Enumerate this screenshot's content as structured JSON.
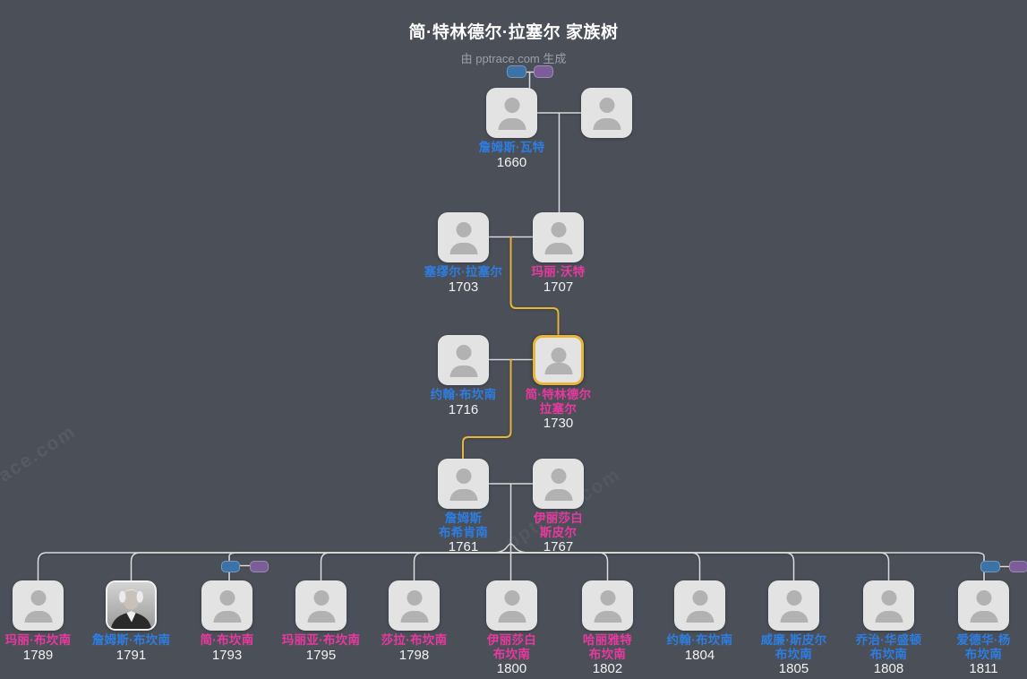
{
  "page": {
    "title": "简·特林德尔·拉塞尔 家族树",
    "subtitle": "由 pptrace.com 生成",
    "watermark": "pptrace.com"
  },
  "colors": {
    "background": "#4a4f58",
    "male_name": "#2e7de0",
    "female_name": "#e8399e",
    "year_text": "#f2f2f2",
    "highlight_border": "#e7b43c",
    "highlight_line": "#e7b43c",
    "connector_line": "#dadada",
    "node_fill": "#e3e3e3",
    "avatar_silhouette": "#b2b2b2",
    "pill_male": "#3d72a6",
    "pill_female": "#7b5d99"
  },
  "icons": {
    "avatar_placeholder": "person-silhouette",
    "collapsed_couple_male_pill": "blue rounded rectangle",
    "collapsed_couple_female_pill": "purple rounded rectangle"
  },
  "tree": {
    "g1f": {
      "name_line1": "詹姆斯·瓦特",
      "name_line2": "",
      "year": "1660",
      "gender": "male",
      "collapsed_parents": true
    },
    "g1p": {
      "name_line1": "",
      "name_line2": "",
      "year": "",
      "gender": "unknown"
    },
    "g2f": {
      "name_line1": "塞缪尔·拉塞尔",
      "name_line2": "",
      "year": "1703",
      "gender": "male"
    },
    "g2m": {
      "name_line1": "玛丽·沃特",
      "name_line2": "",
      "year": "1707",
      "gender": "female"
    },
    "g3f": {
      "name_line1": "约翰·布坎南",
      "name_line2": "",
      "year": "1716",
      "gender": "male"
    },
    "g3m": {
      "name_line1": "简·特林德尔",
      "name_line2": "拉塞尔",
      "year": "1730",
      "gender": "female",
      "highlighted": true
    },
    "g4f": {
      "name_line1": "詹姆斯",
      "name_line2": "布希肯南",
      "year": "1761",
      "gender": "male"
    },
    "g4m": {
      "name_line1": "伊丽莎白",
      "name_line2": "斯皮尔",
      "year": "1767",
      "gender": "female"
    }
  },
  "children": [
    {
      "name_line1": "玛丽·布坎南",
      "name_line2": "",
      "year": "1789",
      "gender": "female"
    },
    {
      "name_line1": "詹姆斯·布坎南",
      "name_line2": "",
      "year": "1791",
      "gender": "male",
      "photo": true
    },
    {
      "name_line1": "简·布坎南",
      "name_line2": "",
      "year": "1793",
      "gender": "female",
      "partner_pills": true
    },
    {
      "name_line1": "玛丽亚·布坎南",
      "name_line2": "",
      "year": "1795",
      "gender": "female"
    },
    {
      "name_line1": "莎拉·布坎南",
      "name_line2": "",
      "year": "1798",
      "gender": "female"
    },
    {
      "name_line1": "伊丽莎白",
      "name_line2": "布坎南",
      "year": "1800",
      "gender": "female"
    },
    {
      "name_line1": "哈丽雅特",
      "name_line2": "布坎南",
      "year": "1802",
      "gender": "female"
    },
    {
      "name_line1": "约翰·布坎南",
      "name_line2": "",
      "year": "1804",
      "gender": "male"
    },
    {
      "name_line1": "威廉·斯皮尔",
      "name_line2": "布坎南",
      "year": "1805",
      "gender": "male"
    },
    {
      "name_line1": "乔治·华盛顿",
      "name_line2": "布坎南",
      "year": "1808",
      "gender": "male"
    },
    {
      "name_line1": "爱德华·杨",
      "name_line2": "布坎南",
      "year": "1811",
      "gender": "male"
    }
  ]
}
